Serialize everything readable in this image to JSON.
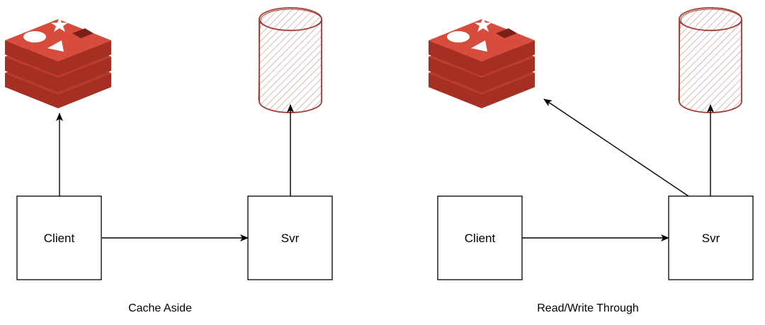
{
  "colors": {
    "redis_dark": "#a42f22",
    "redis_mid": "#c0392b",
    "redis_top": "#d84c3e",
    "redis_symbol": "#ffffff",
    "db_stroke": "#a33a33",
    "db_hatch": "#c98b86"
  },
  "icons": {
    "cache": "redis-icon",
    "database": "database-icon"
  },
  "diagrams": [
    {
      "caption": "Cache Aside",
      "client_label": "Client",
      "server_label": "Svr"
    },
    {
      "caption": "Read/Write Through",
      "client_label": "Client",
      "server_label": "Svr"
    }
  ]
}
